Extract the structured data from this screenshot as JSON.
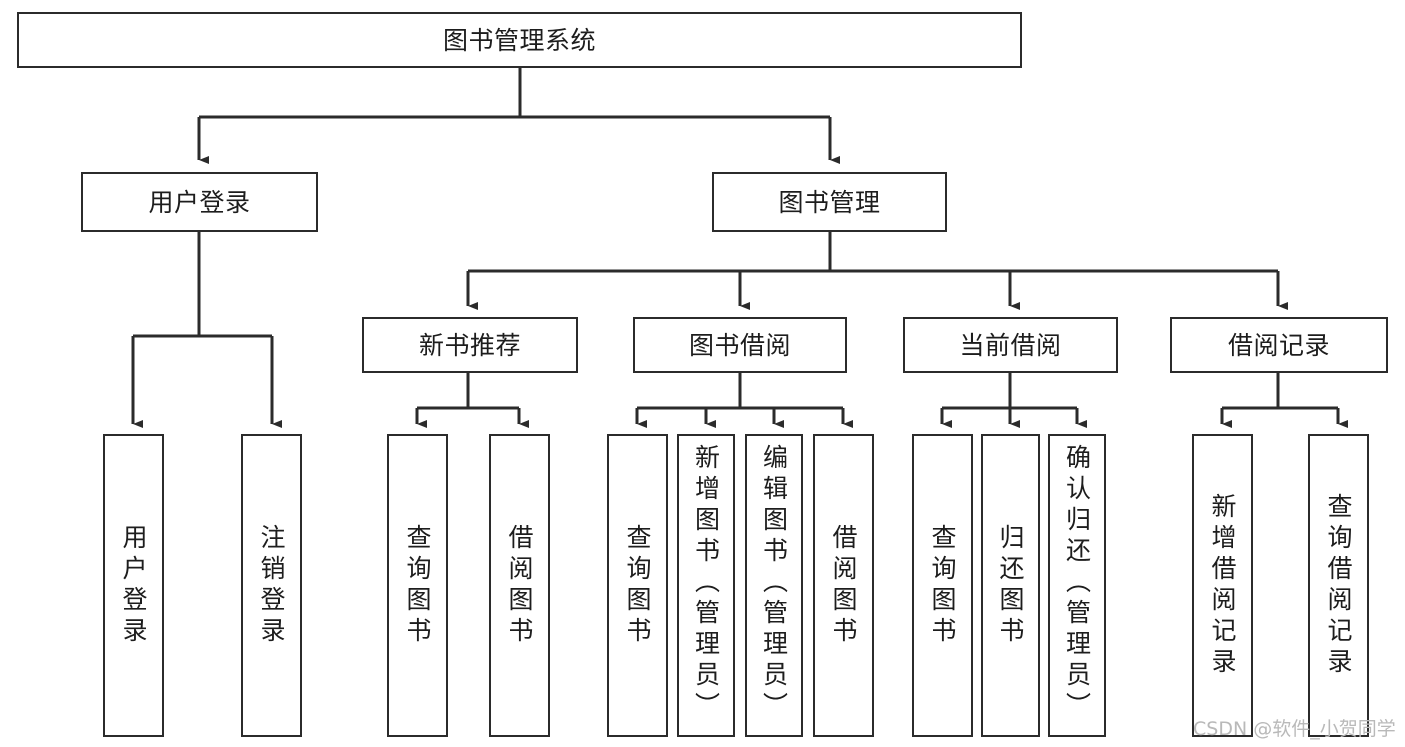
{
  "diagram": {
    "title": "图书管理系统",
    "type": "tree",
    "watermark": "CSDN @软件_小贺同学",
    "colors": {
      "stroke": "#2b2b2b",
      "fill": "#ffffff",
      "text": "#1d1d1d",
      "watermark": "#b9b9b9"
    },
    "nodes": {
      "root": {
        "label": "图书管理系统"
      },
      "level1": [
        {
          "id": "user-login",
          "label": "用户登录"
        },
        {
          "id": "book-manage",
          "label": "图书管理"
        }
      ],
      "level2": [
        {
          "id": "new-book-recommend",
          "label": "新书推荐"
        },
        {
          "id": "book-borrow",
          "label": "图书借阅"
        },
        {
          "id": "current-borrow",
          "label": "当前借阅"
        },
        {
          "id": "borrow-record",
          "label": "借阅记录"
        }
      ],
      "leaves": {
        "user-login": [
          {
            "id": "leaf-user-login",
            "label": "用户登录"
          },
          {
            "id": "leaf-logout-login",
            "label": "注销登录"
          }
        ],
        "new-book-recommend": [
          {
            "id": "leaf-query-book-1",
            "label": "查询图书"
          },
          {
            "id": "leaf-borrow-book-1",
            "label": "借阅图书"
          }
        ],
        "book-borrow": [
          {
            "id": "leaf-query-book-2",
            "label": "查询图书"
          },
          {
            "id": "leaf-add-book-admin",
            "label": "新增图书（管理员）"
          },
          {
            "id": "leaf-edit-book-admin",
            "label": "编辑图书（管理员）"
          },
          {
            "id": "leaf-borrow-book-2",
            "label": "借阅图书"
          }
        ],
        "current-borrow": [
          {
            "id": "leaf-query-book-3",
            "label": "查询图书"
          },
          {
            "id": "leaf-return-book",
            "label": "归还图书"
          },
          {
            "id": "leaf-confirm-return-admin",
            "label": "确认归还（管理员）"
          }
        ],
        "borrow-record": [
          {
            "id": "leaf-add-borrow-record",
            "label": "新增借阅记录"
          },
          {
            "id": "leaf-query-borrow-record",
            "label": "查询借阅记录"
          }
        ]
      }
    }
  }
}
